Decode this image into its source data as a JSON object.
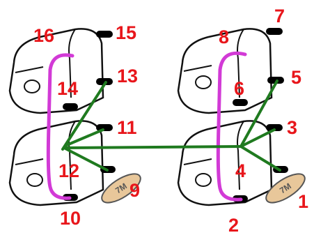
{
  "diagram": {
    "colors": {
      "number": "#e8161b",
      "jumper": "#d23ad6",
      "wire": "#1f7a1f",
      "body_outline": "#111111",
      "pin": "#000000",
      "resistor_fill": "#e8c79a",
      "resistor_outline": "#555555"
    },
    "pin_numbers": [
      "1",
      "2",
      "3",
      "4",
      "5",
      "6",
      "7",
      "8",
      "9",
      "10",
      "11",
      "12",
      "13",
      "14",
      "15",
      "16"
    ],
    "resistor_labels": [
      "7M",
      "7M"
    ]
  }
}
